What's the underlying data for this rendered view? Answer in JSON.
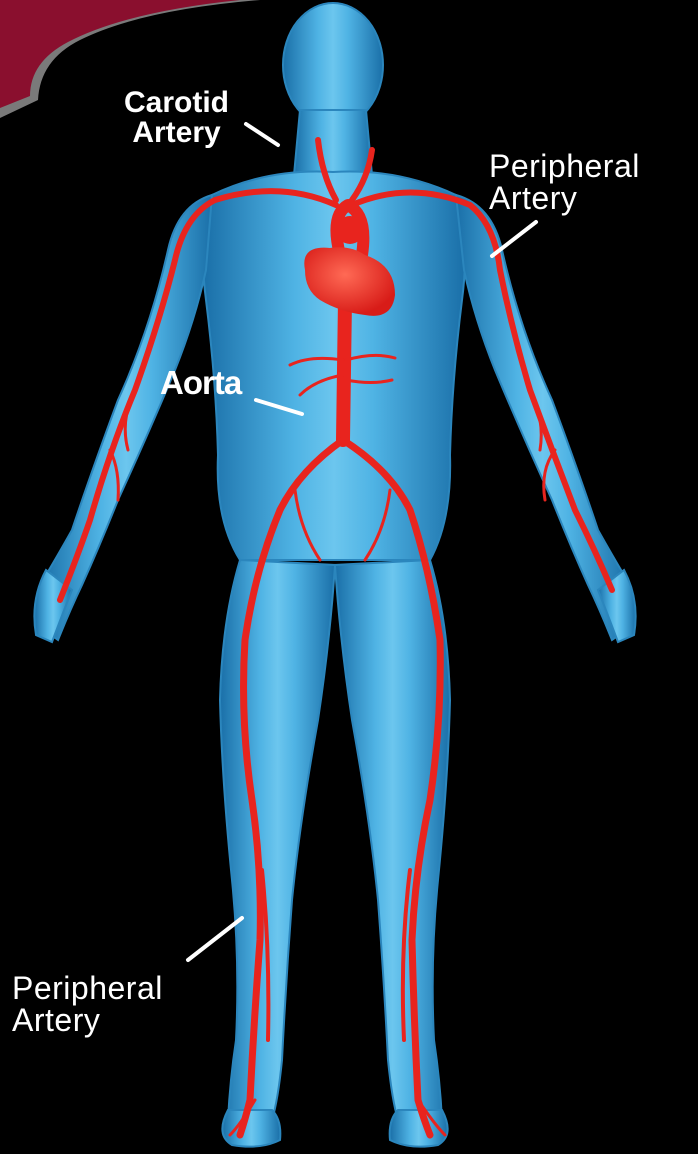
{
  "labels": {
    "carotid": [
      "Carotid",
      "Artery"
    ],
    "peripheral_upper": [
      "Peripheral",
      "Artery"
    ],
    "aorta": "Aorta",
    "peripheral_lower": [
      "Peripheral",
      "Artery"
    ]
  },
  "colors": {
    "background": "#000000",
    "body": "#3a9bd0",
    "body_highlight": "#7fd0f2",
    "artery": "#e8241e",
    "heart": "#f0302a",
    "banner": "#8a0f2e",
    "banner_edge": "#6b6b6b",
    "label_text": "#ffffff"
  }
}
